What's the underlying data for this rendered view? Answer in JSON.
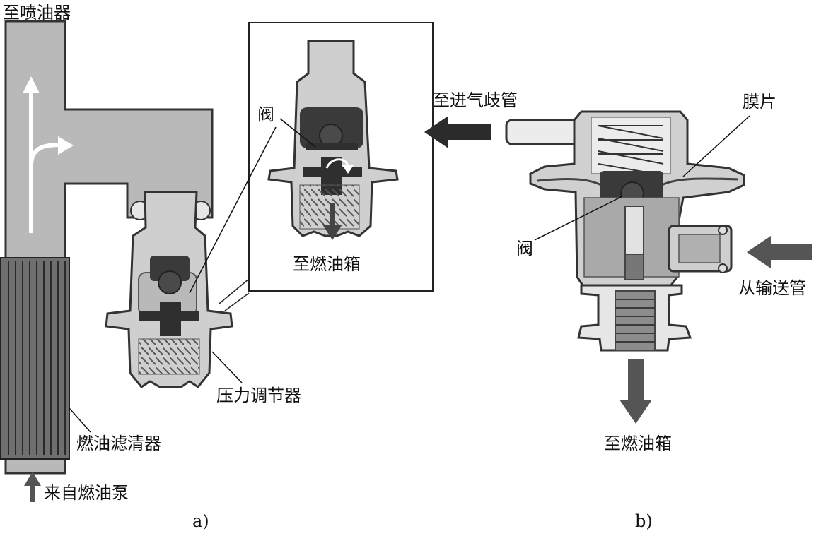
{
  "diagram_a": {
    "caption": "a)",
    "labels": {
      "to_injector": "至喷油器",
      "from_pump": "来自燃油泵",
      "fuel_filter": "燃油滤清器",
      "pressure_regulator": "压力调节器",
      "valve": "阀",
      "to_tank": "至燃油箱"
    }
  },
  "diagram_b": {
    "caption": "b)",
    "labels": {
      "to_intake_manifold": "至进气歧管",
      "diaphragm": "膜片",
      "valve": "阀",
      "from_delivery_pipe": "从输送管",
      "to_tank": "至燃油箱"
    }
  },
  "colors": {
    "fuel_fill": "#b9b9b9",
    "dark_part": "#3a3a3a",
    "arrow": "#333333",
    "outline": "#222222"
  }
}
